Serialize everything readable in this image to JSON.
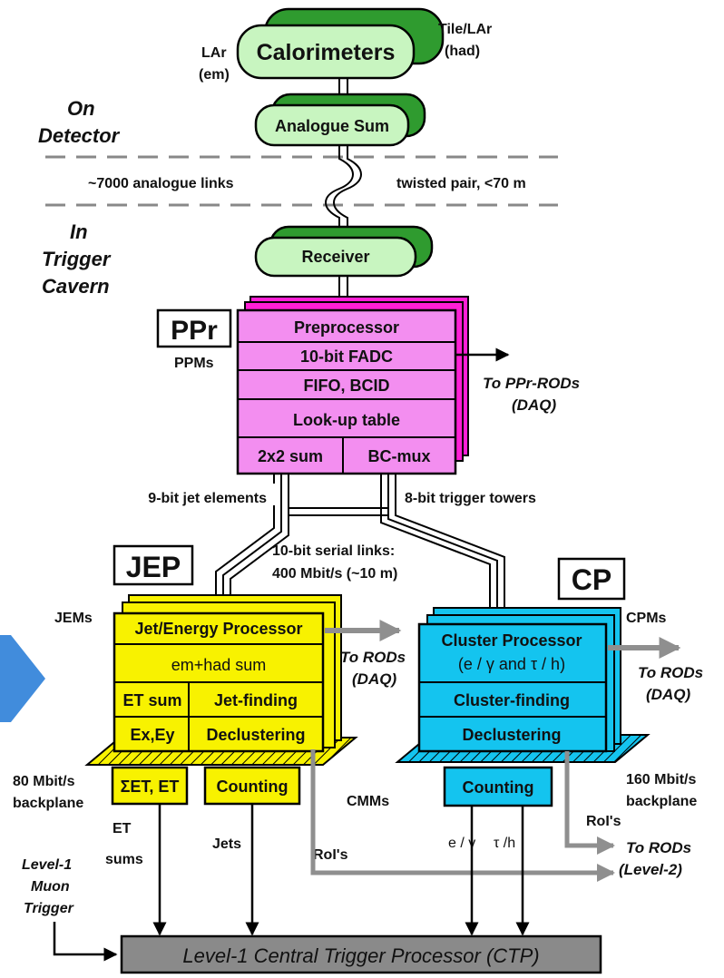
{
  "top": {
    "calorimeters": "Calorimeters",
    "lar_em_1": "LAr",
    "lar_em_2": "(em)",
    "tile_had_1": "Tile/LAr",
    "tile_had_2": "(had)",
    "analogue_sum": "Analogue Sum",
    "on_detector_1": "On",
    "on_detector_2": "Detector",
    "links_left": "~7000 analogue links",
    "links_right": "twisted pair, <70 m",
    "in_trigger_1": "In",
    "in_trigger_2": "Trigger",
    "in_trigger_3": "Cavern",
    "receiver": "Receiver"
  },
  "ppr": {
    "label": "PPr",
    "modules": "PPMs",
    "rows": [
      "Preprocessor",
      "10-bit FADC",
      "FIFO, BCID",
      "Look-up table"
    ],
    "bottom_left": "2x2 sum",
    "bottom_right": "BC-mux",
    "out_1": "To  PPr-RODs",
    "out_2": "(DAQ)"
  },
  "links": {
    "jet_elements": "9-bit jet elements",
    "trigger_towers": "8-bit trigger towers",
    "serial_1": "10-bit serial links:",
    "serial_2": "400 Mbit/s  (~10 m)"
  },
  "jep": {
    "label": "JEP",
    "modules": "JEMs",
    "row1": "Jet/Energy Processor",
    "row2": "em+had sum",
    "et_sum": "ET sum",
    "jet_finding": "Jet-finding",
    "exey": "Ex,Ey",
    "declustering": "Declustering",
    "out_1": "To RODs",
    "out_2": "(DAQ)",
    "cmm_left": "ΣET, ET",
    "cmm_right": "Counting",
    "backplane_1": "80 Mbit/s",
    "backplane_2": "backplane",
    "et_sums_1": "ET",
    "et_sums_2": "sums",
    "jets": "Jets",
    "rois": "RoI's"
  },
  "cp": {
    "label": "CP",
    "modules": "CPMs",
    "row1a": "Cluster Processor",
    "row1b": "(e / γ  and  τ / h)",
    "row2": "Cluster-finding",
    "row3": "Declustering",
    "out_1": "To RODs",
    "out_2": "(DAQ)",
    "counting": "Counting",
    "cmms": "CMMs",
    "backplane_1": "160 Mbit/s",
    "backplane_2": "backplane",
    "rois": "RoI's",
    "l2_1": "To RODs",
    "l2_2": "(Level-2)",
    "egamma": "e / γ",
    "tauh": "τ /h"
  },
  "muon": {
    "l1": "Level-1",
    "l2": "Muon",
    "l3": "Trigger"
  },
  "ctp": {
    "label": "Level-1 Central Trigger Processor (CTP)"
  },
  "colors": {
    "green_dark": "#2f9b2f",
    "green_light": "#c8f5c0",
    "magenta": "#ff1fd6",
    "pink": "#f38ef0",
    "yellow": "#f8f200",
    "cyan": "#14c4ef",
    "gray_box": "#8a8a8a",
    "arrow_gray": "#8f8f8f",
    "blue_tab": "#2c7fd8"
  }
}
